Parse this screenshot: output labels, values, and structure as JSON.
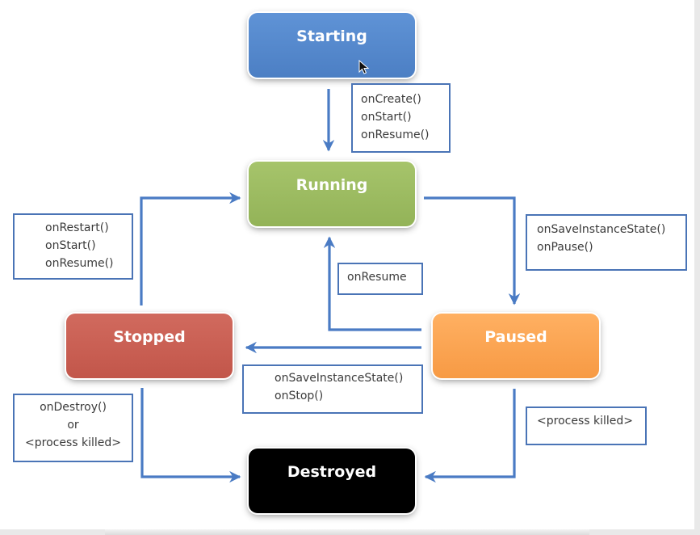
{
  "states": {
    "starting": "Starting",
    "running": "Running",
    "paused": "Paused",
    "stopped": "Stopped",
    "destroyed": "Destroyed"
  },
  "labels": {
    "starting_to_running": [
      "onCreate()",
      "onStart()",
      "onResume()"
    ],
    "stopped_to_running": [
      "onRestart()",
      "onStart()",
      "onResume()"
    ],
    "running_to_paused": [
      "onSaveInstanceState()",
      "onPause()"
    ],
    "paused_to_running": [
      "onResume"
    ],
    "paused_to_stopped": [
      "onSaveInstanceState()",
      "onStop()"
    ],
    "stopped_to_destroyed": [
      "onDestroy()",
      "or",
      "<process killed>"
    ],
    "paused_to_destroyed": [
      "<process killed>"
    ]
  },
  "colors": {
    "starting": "#5589cf",
    "running": "#9cbb60",
    "paused": "#fca453",
    "stopped": "#c95f53",
    "destroyed": "#000000",
    "arrow": "#4a7bc4",
    "label_border": "#4a74b6"
  }
}
